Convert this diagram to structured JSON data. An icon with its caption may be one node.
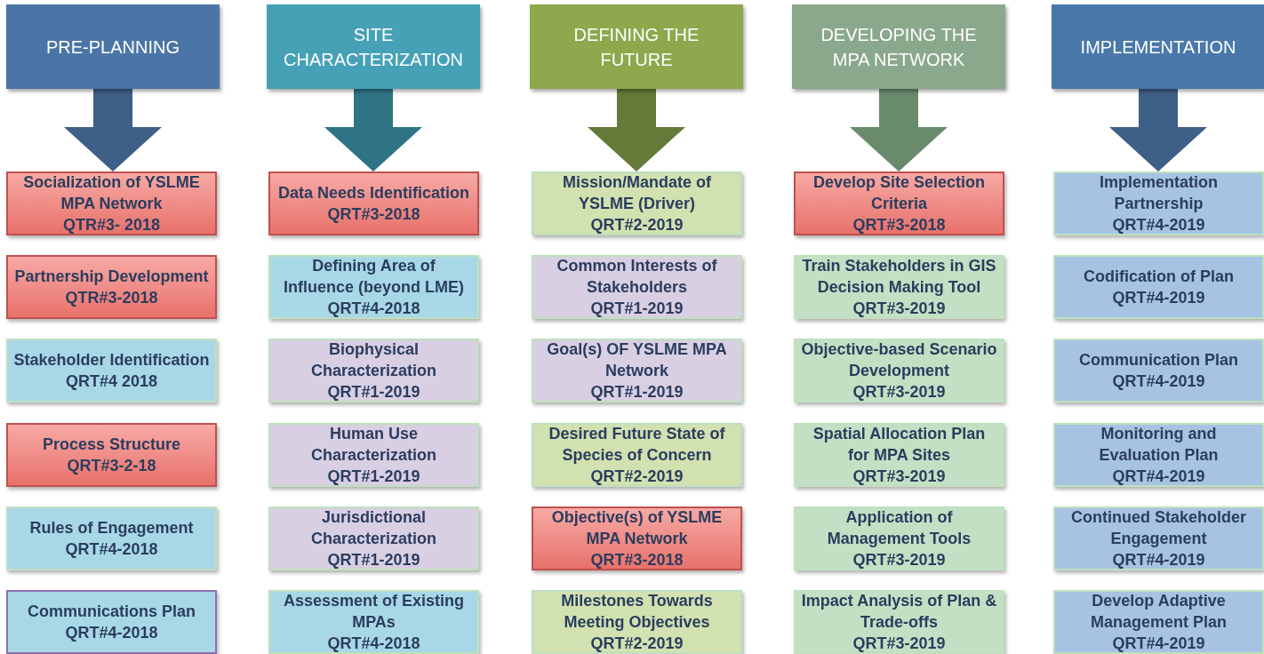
{
  "diagram": {
    "nodes": [
      {
        "text": [
          "PRE-PLANNING"
        ]
      },
      {
        "text": [
          "SITE CHARACTERIZATION"
        ]
      },
      {
        "text": [
          "DEFINING THE FUTURE"
        ]
      },
      {
        "text": [
          "DEVELOPING THE MPA NETWORK"
        ]
      },
      {
        "text": [
          "IMPLEMENTATION"
        ]
      },
      {
        "text": [
          "Socialization of YSLME MPA Network",
          "QTR#3- 2018"
        ]
      },
      {
        "text": [
          "Data Needs Identification",
          "QRT#3-2018"
        ]
      },
      {
        "text": [
          "Mission/Mandate of YSLME (Driver)",
          "QRT#2-2019"
        ]
      },
      {
        "text": [
          "Develop Site Selection Criteria",
          "QRT#3-2018"
        ]
      },
      {
        "text": [
          "Implementation Partnership",
          "QRT#4-2019"
        ]
      },
      {
        "text": [
          "Partnership Development",
          "QTR#3-2018"
        ]
      },
      {
        "text": [
          "Defining Area of Influence (beyond LME)",
          "QRT#4-2018"
        ]
      },
      {
        "text": [
          "Common Interests of Stakeholders",
          "QRT#1-2019"
        ]
      },
      {
        "text": [
          "Train Stakeholders in GIS Decision Making Tool",
          "QRT#3-2019"
        ]
      },
      {
        "text": [
          "Codification of Plan",
          "QRT#4-2019"
        ]
      },
      {
        "text": [
          "Stakeholder Identification",
          "QRT#4 2018"
        ]
      },
      {
        "text": [
          "Biophysical Characterization",
          "QRT#1-2019"
        ]
      },
      {
        "text": [
          "Goal(s) OF YSLME MPA Network",
          "QRT#1-2019"
        ]
      },
      {
        "text": [
          "Objective-based Scenario Development",
          "QRT#3-2019"
        ]
      },
      {
        "text": [
          "Communication Plan",
          "QRT#4-2019"
        ]
      },
      {
        "text": [
          "Process Structure",
          "QRT#3-2-18"
        ]
      },
      {
        "text": [
          "Human Use Characterization",
          "QRT#1-2019"
        ]
      },
      {
        "text": [
          "Desired Future State of Species of Concern",
          "QRT#2-2019"
        ]
      },
      {
        "text": [
          "Spatial Allocation Plan for MPA Sites",
          "QRT#3-2019"
        ]
      },
      {
        "text": [
          "Monitoring and Evaluation Plan",
          "QRT#4-2019"
        ]
      },
      {
        "text": [
          "Rules of Engagement",
          "QRT#4-2018"
        ]
      },
      {
        "text": [
          "Jurisdictional Characterization",
          "QRT#1-2019"
        ]
      },
      {
        "text": [
          "Objective(s) of YSLME MPA Network",
          "QRT#3-2018"
        ]
      },
      {
        "text": [
          "Application of Management Tools",
          "QRT#3-2019"
        ]
      },
      {
        "text": [
          "Continued Stakeholder Engagement",
          "QRT#4-2019"
        ]
      },
      {
        "text": [
          "Communications Plan",
          "QRT#4-2018"
        ]
      },
      {
        "text": [
          "Assessment of Existing MPAs",
          "QRT#4-2018"
        ]
      },
      {
        "text": [
          "Milestones Towards Meeting Objectives",
          "QRT#2-2019"
        ]
      },
      {
        "text": [
          "Impact Analysis of Plan & Trade-offs",
          "QRT#3-2019"
        ]
      },
      {
        "text": [
          "Develop Adaptive Management Plan",
          "QRT#4-2019"
        ]
      }
    ],
    "edges": [
      {
        "from": 0,
        "to": 5,
        "arrow": "to",
        "color": "#3e5f86"
      },
      {
        "from": 1,
        "to": 6,
        "arrow": "to",
        "color": "#2f7485"
      },
      {
        "from": 2,
        "to": 7,
        "arrow": "to",
        "color": "#657a38"
      },
      {
        "from": 3,
        "to": 8,
        "arrow": "to",
        "color": "#6a8a6c"
      },
      {
        "from": 4,
        "to": 9,
        "arrow": "to",
        "color": "#3e5f86"
      }
    ]
  }
}
